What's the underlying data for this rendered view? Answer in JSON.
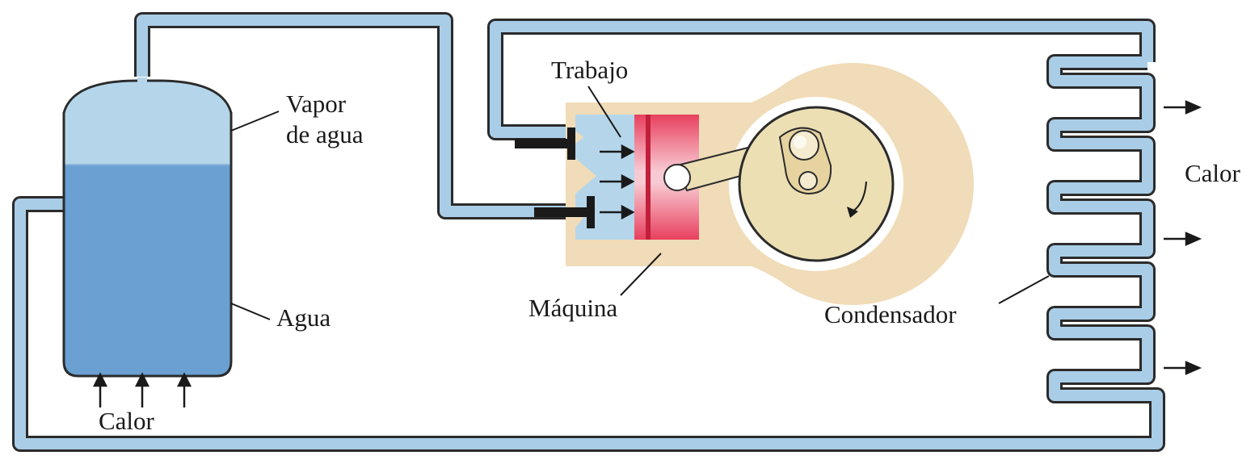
{
  "labels": {
    "steam": [
      "Vapor",
      "de agua"
    ],
    "water": "Agua",
    "heat_in": "Calor",
    "work": "Trabajo",
    "engine": "Máquina",
    "condenser": "Condensador",
    "heat_out": "Calor"
  },
  "colors": {
    "pipe_fill": "#a9cde6",
    "pipe_stroke": "#2b2b2b",
    "water": "#6aa0d2",
    "steam": "#b5d6ea",
    "engine_housing": "#f0dcb8",
    "piston_red": "#e8405e",
    "flywheel": "#ecdfb4",
    "arrow": "#1a1a1a"
  }
}
